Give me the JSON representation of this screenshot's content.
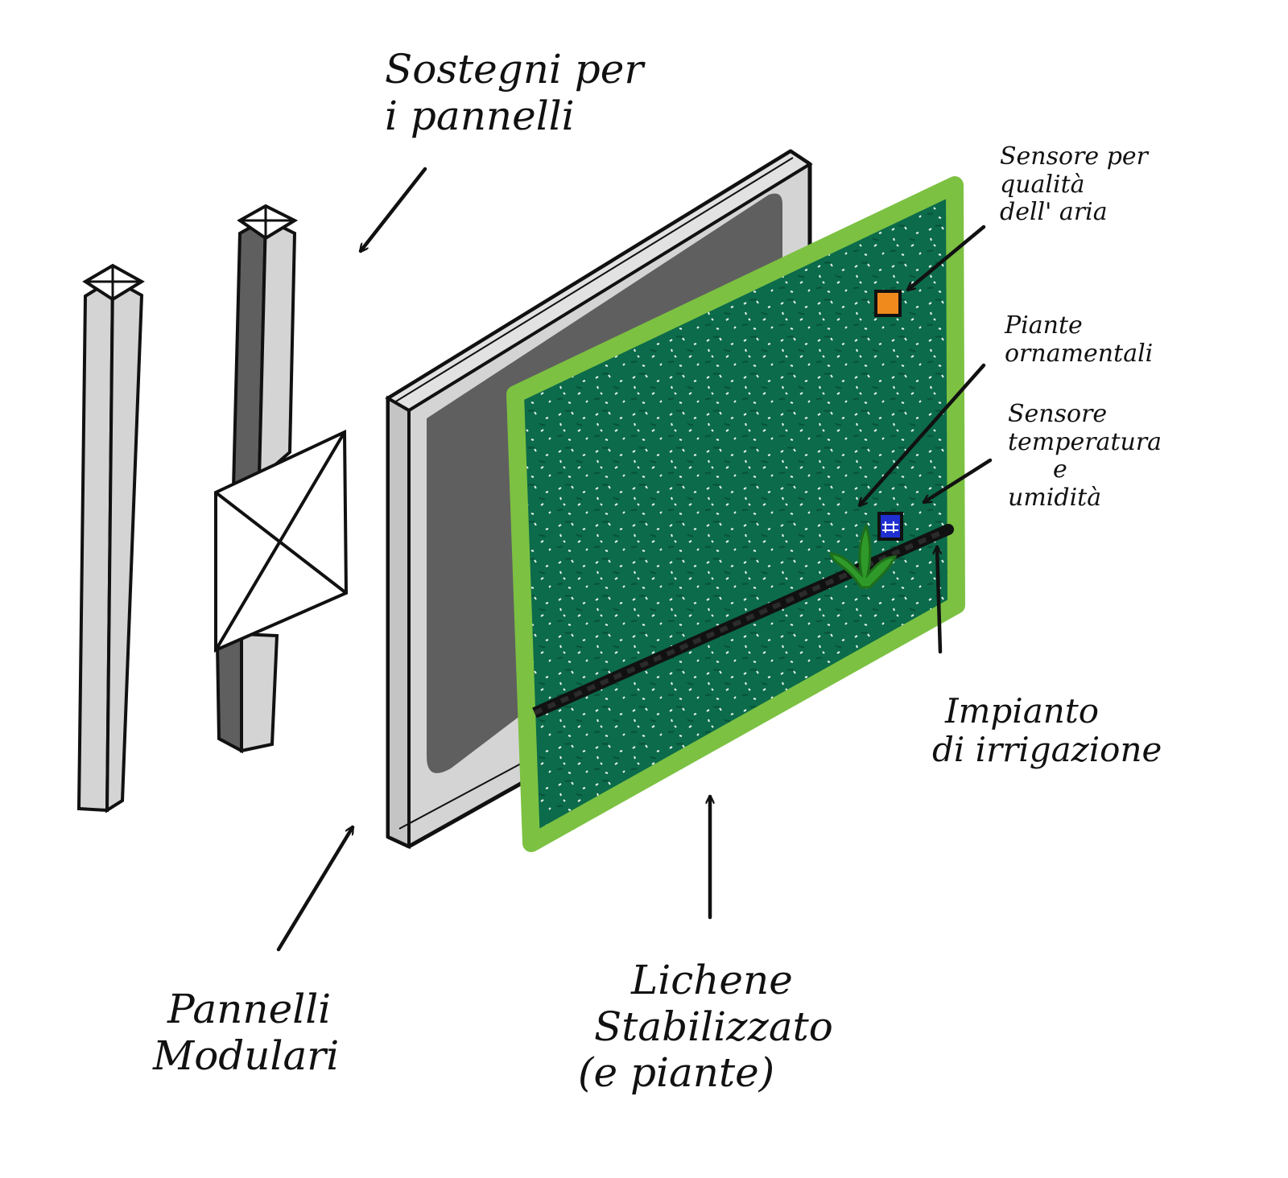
{
  "labels": {
    "supports": [
      "Sostegni per",
      "i pannelli"
    ],
    "air_sensor": [
      "Sensore per",
      "qualità",
      "dell' aria"
    ],
    "plants": [
      "Piante",
      "ornamentali"
    ],
    "temp_sensor": [
      "Sensore",
      "temperatura",
      "e",
      "umidità"
    ],
    "irrigation": [
      "Impianto",
      "di irrigazione"
    ],
    "panels": [
      "Pannelli",
      "Modulari"
    ],
    "lichen": [
      "Lichene",
      "Stabilizzato",
      "(e piante)"
    ]
  },
  "colors": {
    "ink": "#111111",
    "frame_light": "#d4d4d4",
    "frame_dark": "#5f5f5f",
    "moss": "#0b6b4a",
    "moss_border": "#7cc142",
    "air_sensor": "#f08a1c",
    "temp_sensor": "#1f2fd0",
    "plant": "#2f9a2a"
  },
  "icons": [
    "air-sensor-square",
    "temperature-humidity-sensor-square",
    "ornamental-plant-icon"
  ]
}
